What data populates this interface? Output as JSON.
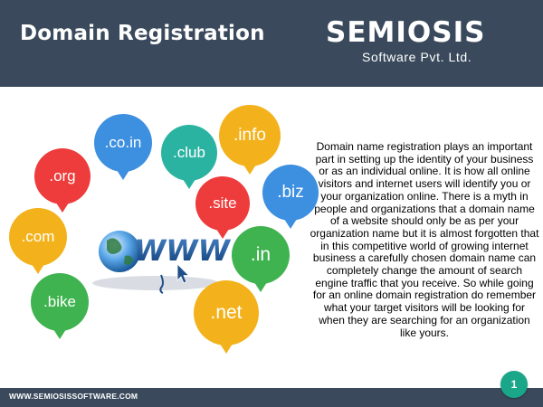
{
  "header": {
    "title": "Domain Registration",
    "logo_text": "SEMIOSIS",
    "logo_subtitle": "Software Pvt. Ltd."
  },
  "illustration": {
    "domains": [
      {
        "label": ".co.in",
        "color": "#3d8fe0"
      },
      {
        "label": ".club",
        "color": "#2bb3a2"
      },
      {
        "label": ".info",
        "color": "#f3b21c"
      },
      {
        "label": ".org",
        "color": "#ee3b3b"
      },
      {
        "label": ".site",
        "color": "#ee3b3b"
      },
      {
        "label": ".biz",
        "color": "#3d8fe0"
      },
      {
        "label": ".com",
        "color": "#f3b21c"
      },
      {
        "label": ".in",
        "color": "#3fb34f"
      },
      {
        "label": ".bike",
        "color": "#3fb34f"
      },
      {
        "label": ".net",
        "color": "#f3b21c"
      }
    ],
    "www_text": "WWW"
  },
  "body_text": "Domain name registration plays an important part in setting up the identity of your business or as an individual online. It is how all online visitors and internet users will identify you or your organization online. There is a myth in people and organizations that a domain name of a website should only be as per your organization name but it is almost forgotten that in this competitive world of growing internet business a carefully chosen domain name can completely change the amount of search engine traffic that you receive. So while going for an online domain registration do remember what your target visitors will be looking for when they are searching for an organization like yours.",
  "footer": {
    "url": "WWW.SEMIOSISSOFTWARE.COM",
    "page_number": "1"
  }
}
